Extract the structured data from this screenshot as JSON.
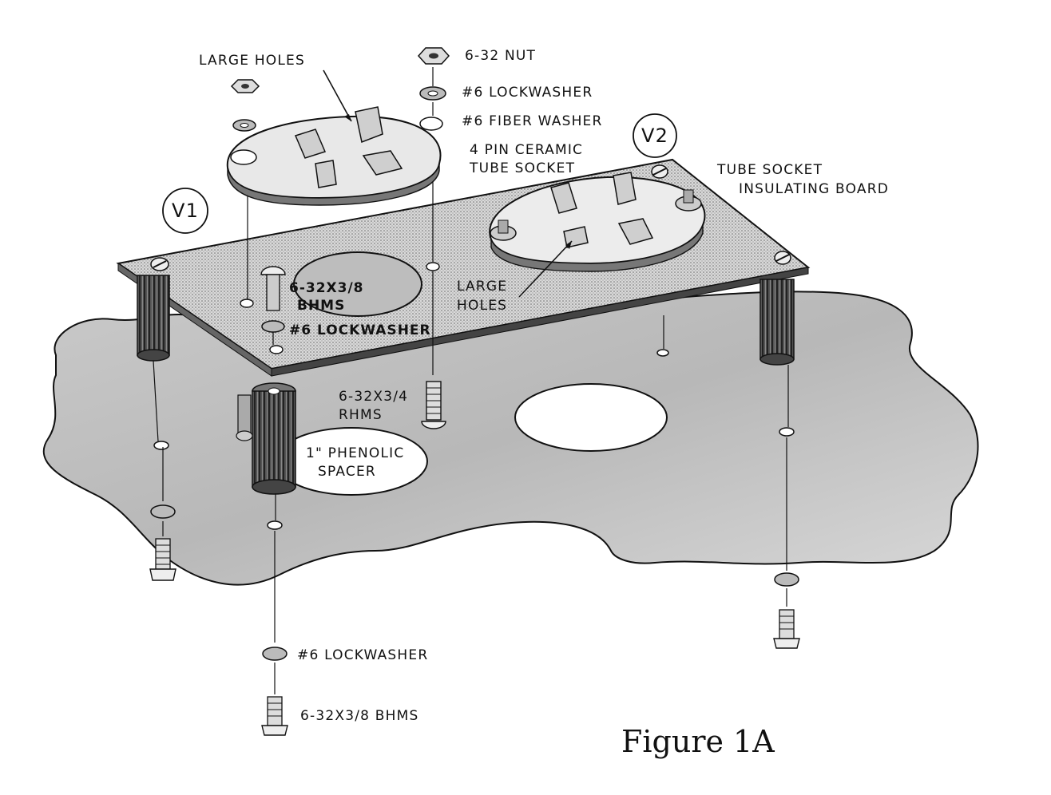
{
  "figure": {
    "caption": "Figure 1A",
    "tube_labels": {
      "v1": "V1",
      "v2": "V2"
    },
    "labels": {
      "large_holes_top": "LARGE HOLES",
      "nut": "6-32 NUT",
      "lockwasher_top": "#6 LOCKWASHER",
      "fiber_washer": "#6 FIBER WASHER",
      "ceramic_socket_line1": "4 PIN CERAMIC",
      "ceramic_socket_line2": "TUBE SOCKET",
      "board_line1": "TUBE SOCKET",
      "board_line2": "INSULATING BOARD",
      "bhms_mid_line1": "6-32X3/8",
      "bhms_mid_line2": "BHMS",
      "lockwasher_mid": "#6 LOCKWASHER",
      "large_holes_right_line1": "LARGE",
      "large_holes_right_line2": "HOLES",
      "rhms_line1": "6-32X3/4",
      "rhms_line2": "RHMS",
      "spacer_line1": "1\" PHENOLIC",
      "spacer_line2": "SPACER",
      "lockwasher_bottom": "#6 LOCKWASHER",
      "bhms_bottom": "6-32X3/8 BHMS"
    }
  }
}
